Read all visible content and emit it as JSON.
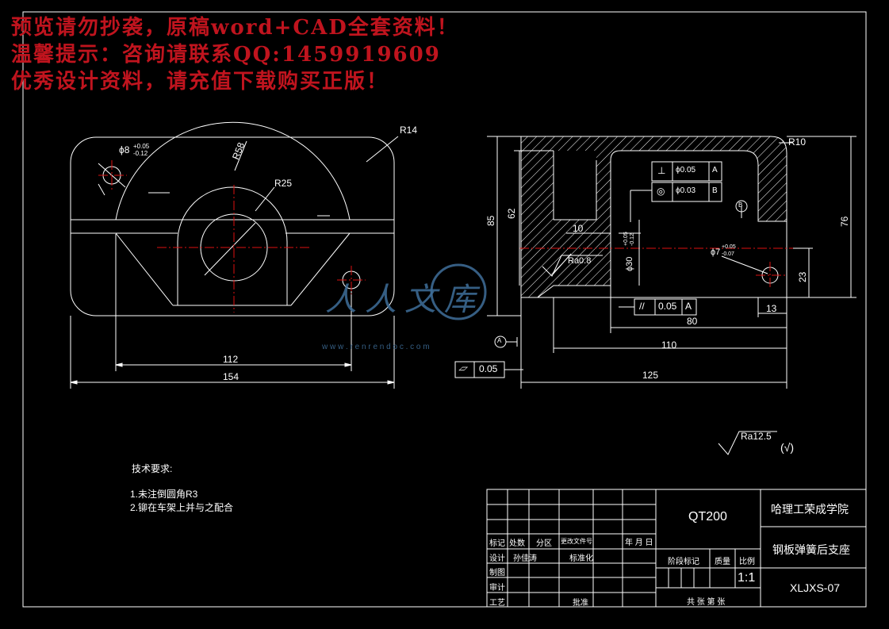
{
  "watermark": {
    "line1": "预览请勿抄袭，原稿word+CAD全套资料！",
    "line2": "温馨提示：咨询请联系QQ:1459919609",
    "line3": "优秀设计资料，请充值下载购买正版！"
  },
  "left_view": {
    "dim_hole": "ϕ8",
    "tol_hole_upper": "+0.05",
    "tol_hole_lower": "-0.12",
    "dim_r58": "R58",
    "dim_r14": "R14",
    "dim_r25": "R25",
    "dim_112": "112",
    "dim_154": "154"
  },
  "right_view": {
    "dim_r10": "R10",
    "dim_85": "85",
    "dim_62": "62",
    "dim_10": "10",
    "dim_phi30": "ϕ30",
    "tol_phi30_upper": "+0.05",
    "tol_phi30_lower": "-0.12",
    "dim_phi7": "ϕ7",
    "tol_phi7_upper": "+0.05",
    "tol_phi7_lower": "-0.07",
    "dim_76": "76",
    "dim_23": "23",
    "dim_13": "13",
    "dim_80": "80",
    "dim_110": "110",
    "dim_125": "125",
    "roughness": "Ra0.8",
    "frame_perp_symbol": "⊥",
    "frame_perp_value": "ϕ0.05",
    "frame_perp_datum": "A",
    "frame_coax_symbol": "◎",
    "frame_coax_value": "ϕ0.03",
    "frame_coax_datum": "B",
    "frame_par_symbol": "//",
    "frame_par_value": "0.05",
    "frame_par_datum": "A",
    "datum_a": "A",
    "datum_b": "B",
    "frame_flat_value": "0.05"
  },
  "general_roughness": "Ra12.5",
  "general_roughness_note": "(√)",
  "requirements": {
    "title": "技术要求:",
    "item1": "1.未注倒圆角R3",
    "item2": "2.铆在车架上并与之配合"
  },
  "title_block": {
    "h_mark": "标记",
    "h_count": "处数",
    "h_zone": "分区",
    "h_docno": "更改文件号",
    "h_date": "年 月 日",
    "r_design": "设计",
    "r_designer": "孙佳涛",
    "r_std": "标准化",
    "r_draw": "制图",
    "r_check": "审计",
    "r_process": "工艺",
    "r_approve": "批准",
    "material": "QT200",
    "stage": "阶段标记",
    "mass": "质量",
    "scale_label": "比例",
    "scale": "1:1",
    "sheets": "共    张  第    张",
    "school": "哈理工荣成学院",
    "part_name": "钢板弹簧后支座",
    "drawing_no": "XLJXS-07"
  },
  "site_logo": {
    "text": "人人文库",
    "url": "w w w . r e n r e n d o c . c o m"
  }
}
